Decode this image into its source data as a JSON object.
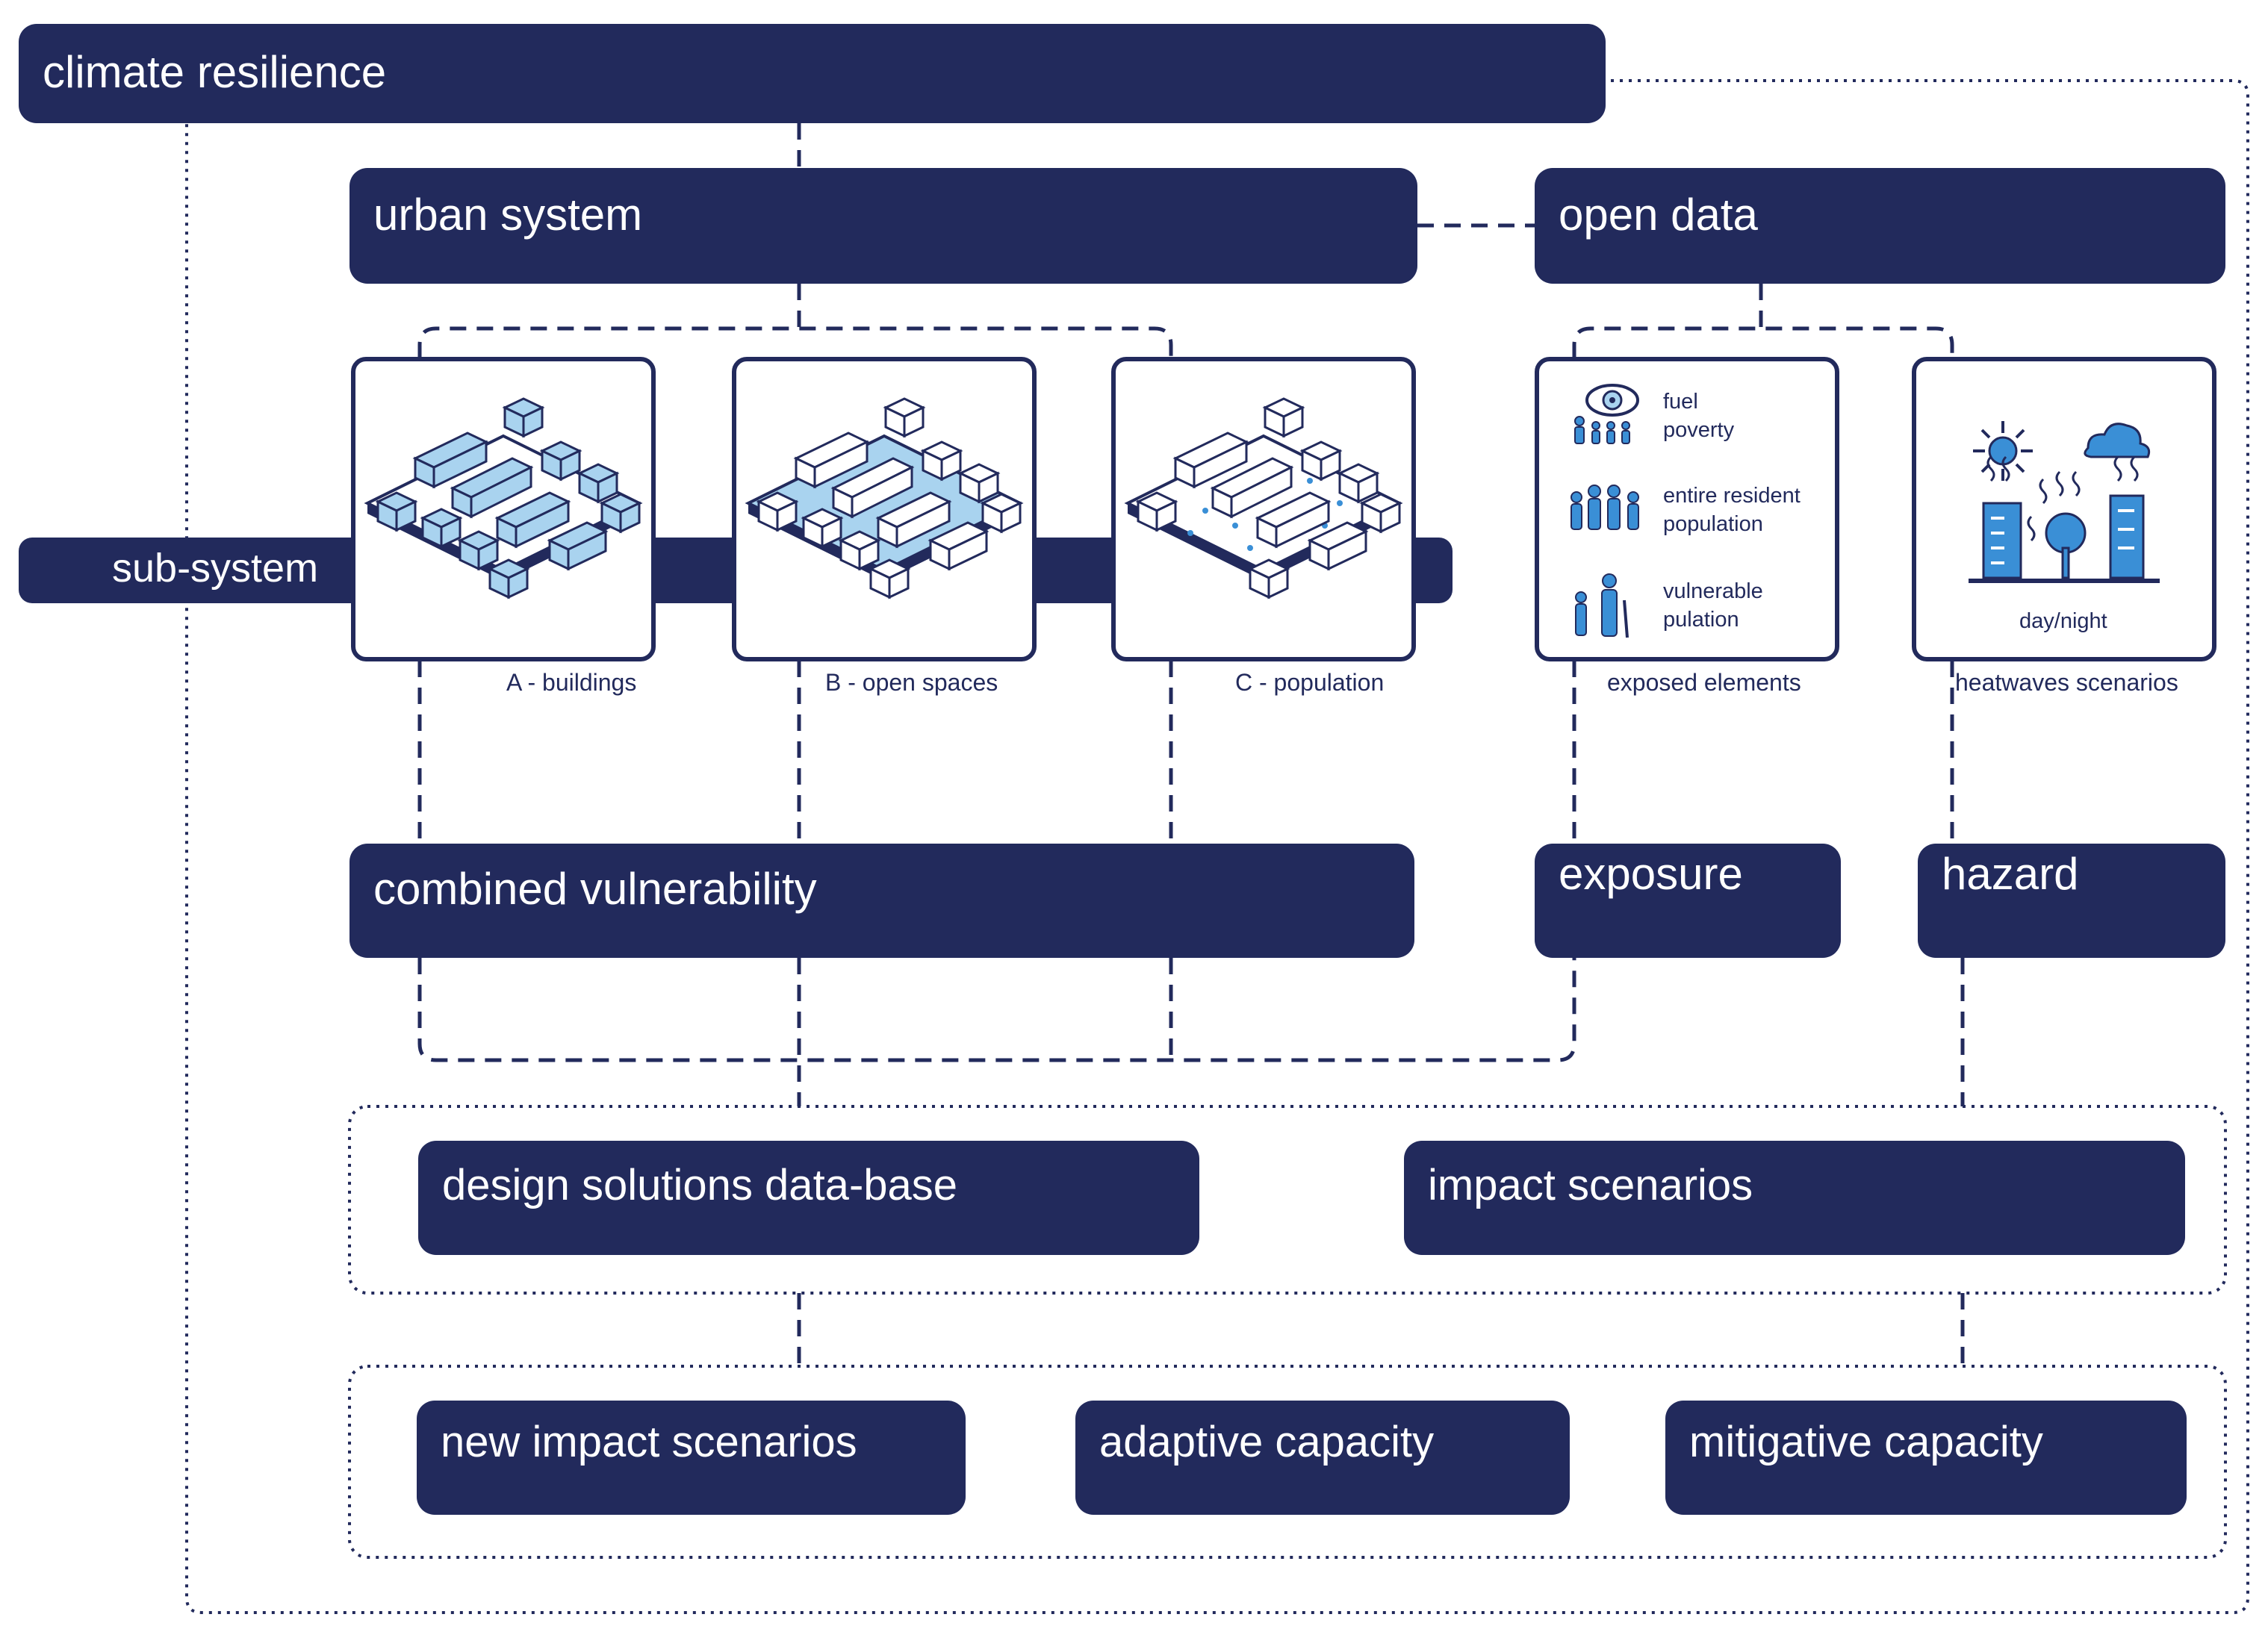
{
  "title": "climate resilience",
  "urban_system": "urban system",
  "open_data": "open data",
  "sub_system": "sub-system",
  "panels": {
    "a_caption": "A - buildings",
    "b_caption": "B - open spaces",
    "c_caption": "C - population",
    "exposed_caption": "exposed elements",
    "heatwaves_caption": "heatwaves scenarios",
    "fuel_poverty": [
      "fuel",
      "poverty"
    ],
    "entire_population": [
      "entire resident",
      "population"
    ],
    "vulnerable_population": [
      "vulnerable",
      "pulation"
    ],
    "day_night": "day/night"
  },
  "combined_vulnerability": "combined vulnerability",
  "exposure": "exposure",
  "hazard": "hazard",
  "design_solutions": "design solutions data-base",
  "impact_scenarios": "impact scenarios",
  "new_impact_scenarios": "new impact scenarios",
  "adaptive_capacity": "adaptive capacity",
  "mitigative_capacity": "mitigative capacity",
  "colors": {
    "navy": "#222a5c",
    "light_blue": "#a9d3ef",
    "icon_blue": "#3a8fd6"
  }
}
